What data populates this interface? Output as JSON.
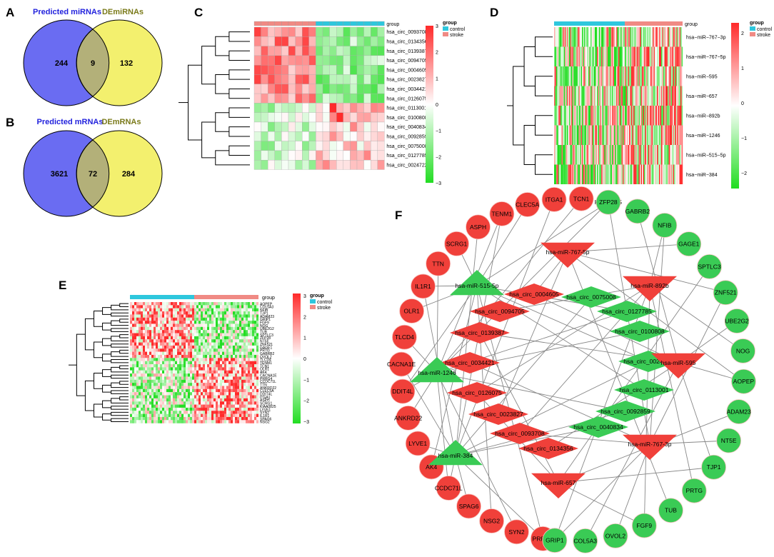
{
  "panels": {
    "a": "A",
    "b": "B",
    "c": "C",
    "d": "D",
    "e": "E",
    "f": "F"
  },
  "colors": {
    "venn_left": "#6a6cf2",
    "venn_right": "#f3f06e",
    "venn_overlap": "#b3b079",
    "venn_left_label": "#2222dd",
    "venn_right_label": "#7a7a1a",
    "heat_high": "#ff2a2a",
    "heat_mid": "#ffffff",
    "heat_low": "#22dd22",
    "group_control": "#2ec7dd",
    "group_stroke": "#f08a84",
    "node_red": "#f0403a",
    "node_green": "#3acb55"
  },
  "venn_a": {
    "left_title": "Predicted miRNAs",
    "right_title": "DEmiRNAs",
    "left": "244",
    "overlap": "9",
    "right": "132"
  },
  "venn_b": {
    "left_title": "Predicted mRNAs",
    "right_title": "DEmRNAs",
    "left": "3621",
    "overlap": "72",
    "right": "284"
  },
  "heatmap_c": {
    "group_label": "group",
    "legend_title": "group",
    "legend_control": "control",
    "legend_stroke": "stroke",
    "scale": [
      "3",
      "2",
      "1",
      "0",
      "−1",
      "−2",
      "−3"
    ],
    "rows": [
      "hsa_circ_0093708",
      "hsa_circ_0134356",
      "hsa_circ_0139387",
      "hsa_circ_0094705",
      "hsa_circ_0004605",
      "hsa_circ_0023827",
      "hsa_circ_0034421",
      "hsa_circ_0126075",
      "hsa_circ_0113001",
      "hsa_circ_0100808",
      "hsa_circ_0040834",
      "hsa_circ_0092859",
      "hsa_circ_0075008",
      "hsa_circ_0127785",
      "hsa_circ_0024722"
    ]
  },
  "heatmap_d": {
    "group_label": "group",
    "legend_title": "group",
    "legend_control": "control",
    "legend_stroke": "stroke",
    "scale": [
      "2",
      "1",
      "0",
      "−1",
      "−2"
    ],
    "rows": [
      "hsa−miR−767−3p",
      "hsa−miR−767−5p",
      "hsa−miR−595",
      "hsa−miR−657",
      "hsa−miR−892b",
      "hsa−miR−1246",
      "hsa−miR−515−5p",
      "hsa−miR−384"
    ]
  },
  "heatmap_e": {
    "group_label": "group",
    "legend_title": "group",
    "legend_control": "control",
    "legend_stroke": "stroke",
    "scale": [
      "3",
      "2",
      "1",
      "0",
      "−1",
      "−2",
      "−3"
    ],
    "rows": [
      "AOPEP",
      "COL5A3",
      "NFIB",
      "TJP1",
      "ADAM23",
      "GRIP1",
      "FGF9",
      "NOG",
      "UBE2G2",
      "TUB",
      "SPTLC3",
      "ZFP28",
      "NT5E",
      "ZNF521",
      "GAGE1",
      "PRTG",
      "GABRB2",
      "OVOL2",
      "TLCD4",
      "TENM1",
      "TCN1",
      "OLR1",
      "AK4",
      "CACNA1E",
      "PRRG4",
      "CCDC71L",
      "TTN",
      "ANKRD22",
      "CLEC5A",
      "DDIT4L",
      "ITGA1",
      "ASPH",
      "SCRG1",
      "KIAA0825",
      "LYVE1",
      "SYN2",
      "IL1R1",
      "SPAG6",
      "NSG2"
    ]
  },
  "network_f": {
    "mrna_red": [
      "KIAA0825",
      "TCN1",
      "ITGA1",
      "CLEC5A",
      "TENM1",
      "ASPH",
      "SCRG1",
      "TTN",
      "IL1R1",
      "OLR1",
      "TLCD4",
      "CACNA1E",
      "DDIT4L",
      "ANKRD22",
      "LYVE1",
      "AK4",
      "CCDC71L",
      "SPAG6",
      "NSG2",
      "SYN2",
      "PRRG4"
    ],
    "mrna_green": [
      "GRIP1",
      "COL5A3",
      "OVOL2",
      "FGF9",
      "TUB",
      "PRTG",
      "TJP1",
      "NT5E",
      "ADAM23",
      "AOPEP",
      "NOG",
      "UBE2G2",
      "ZNF521",
      "SPTLC3",
      "GAGE1",
      "NFIB",
      "GABRB2",
      "ZFP28"
    ],
    "mirna_red": [
      "hsa-miR-767-5p",
      "hsa-miR-892b",
      "hsa-miR-595",
      "hsa-miR-767-3p",
      "hsa-miR-657"
    ],
    "mirna_green": [
      "hsa-miR-515-5p",
      "hsa-miR-1246",
      "hsa-miR-384"
    ],
    "circ_red": [
      "hsa_circ_0004605",
      "hsa_circ_0094705",
      "hsa_circ_0139387",
      "hsa_circ_0034421",
      "hsa_circ_0126075",
      "hsa_circ_0023827",
      "hsa_circ_0093708",
      "hsa_circ_0134356"
    ],
    "circ_green": [
      "hsa_circ_0075008",
      "hsa_circ_0127785",
      "hsa_circ_0100808",
      "hsa_circ_0024722",
      "hsa_circ_0113001",
      "hsa_circ_0092859",
      "hsa_circ_0040834"
    ]
  }
}
